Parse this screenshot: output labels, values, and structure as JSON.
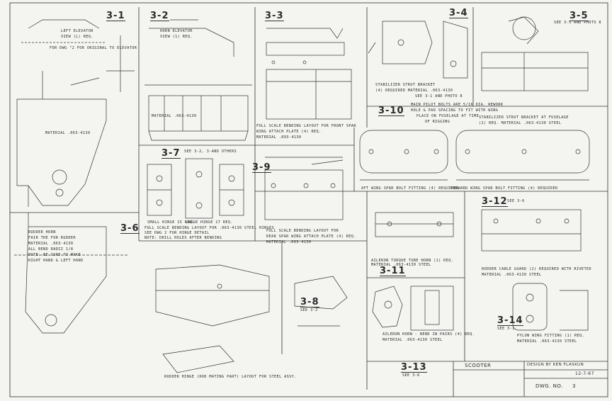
{
  "title_block": {
    "project": "SCOOTER",
    "designer": "DESIGN BY KEN FLASKUN",
    "date": "12-7-67",
    "dwg_label": "DWG. NO.",
    "dwg_no": "3"
  },
  "details": [
    {
      "id": "3-1",
      "number": "3-1",
      "notes": [
        "LEFT ELEVATOR",
        "VIEW (L) REQ.",
        "FOR DWG \"2 FOR ORIGINAL TO ELEVATOR"
      ],
      "material": "MATERIAL .063-4130"
    },
    {
      "id": "3-2",
      "number": "3-2",
      "notes": [
        "HORN ELEVATOR",
        "VIEW (1) REQ."
      ],
      "material": "MATERIAL .063-4130"
    },
    {
      "id": "3-3",
      "number": "3-3",
      "notes": [
        "FULL SCALE BENDING LAYOUT FOR FRONT SPAR",
        "WING ATTACH PLATE (4) REQ.",
        "MATERIAL .093-4130"
      ]
    },
    {
      "id": "3-4",
      "number": "3-4",
      "notes": [
        "STABILIZER STRUT BRACKET",
        "(4) REQUIRED MATERIAL .063-4130",
        "SEE 3-1 AND PHOTO 8"
      ]
    },
    {
      "id": "3-5",
      "number": "3-5",
      "notes": [
        "SEE 3-5 AND PHOTO 8",
        "STABILIZER STRUT BRACKET AT FUSELAGE",
        "(2) REQ. MATERIAL .063-4130 STEEL"
      ]
    },
    {
      "id": "3-6",
      "number": "3-6",
      "notes": [
        "RUDDER HORN",
        "FAIR THE FOR RUDDER",
        "MATERIAL .063-4130",
        "ALL BEND RADII 1/8",
        "NOTE: BE SURE TO MAKE",
        "RIGHT HAND & LEFT HAND"
      ]
    },
    {
      "id": "3-7",
      "number": "3-7",
      "notes": [
        "SEE 3-2, 3-AND OTHERS",
        "SMALL HINGE 15 REQ.",
        "LARGE HINGE 17 REQ.",
        "FULL SCALE BENDING LAYOUT FOR .063-4130 STEEL HINGES",
        "SEE DWG 2 FOR HINGE DETAIL",
        "NOTE: DRILL HOLES AFTER BENDING"
      ]
    },
    {
      "id": "3-8",
      "number": "3-8",
      "notes": [
        "SEE 3-2"
      ]
    },
    {
      "id": "3-9",
      "number": "3-9",
      "notes": [
        "FULL SCALE BENDING LAYOUT FOR",
        "REAR SPAR WING ATTACH PLATE (4) REQ.",
        "MATERIAL .093-4130"
      ]
    },
    {
      "id": "3-10",
      "number": "3-10",
      "notes": [
        "MAIN PILOT BOLTS ARE 5/16 DIA. REWORK",
        "HOLE & PAD SPACING TO FIT WITH WING",
        "PLACE ON FUSELAGE AT TIME",
        "OF RIGGING"
      ]
    },
    {
      "id": "3-11",
      "number": "3-11",
      "notes": [
        "AILERON TORQUE TUBE HORN (1) REQ.",
        "MATERIAL .063-4130 STEEL"
      ]
    },
    {
      "id": "3-12",
      "number": "3-12",
      "notes": [
        "SEE 3-6",
        "RUDDER CABLE GUARD (2) REQUIRED WITH RIVETED",
        "MATERIAL .063-4130 STEEL"
      ]
    },
    {
      "id": "3-13",
      "number": "3-13",
      "notes": [
        "SEE 3-6",
        "AILERON HORN - BEND IN PAIRS (4) REQ.",
        "MATERIAL .063-4130 STEEL"
      ]
    },
    {
      "id": "3-14",
      "number": "3-14",
      "notes": [
        "SEE 3-1",
        "PYLON WING FITTING (1) REQ.",
        "MATERIAL .063-4130 STEEL"
      ]
    }
  ],
  "misc_notes": {
    "fwd_wing_fitting": "FORWARD WING SPAR BOLT FITTING (4) REQUIRED",
    "aft_wing_fitting": "AFT WING SPAR BOLT FITTING (4) REQUIRED",
    "rudder_horn_note": "RUDDER HINGE (ROD MATING PART) LAYOUT FOR STEEL ASSY."
  }
}
